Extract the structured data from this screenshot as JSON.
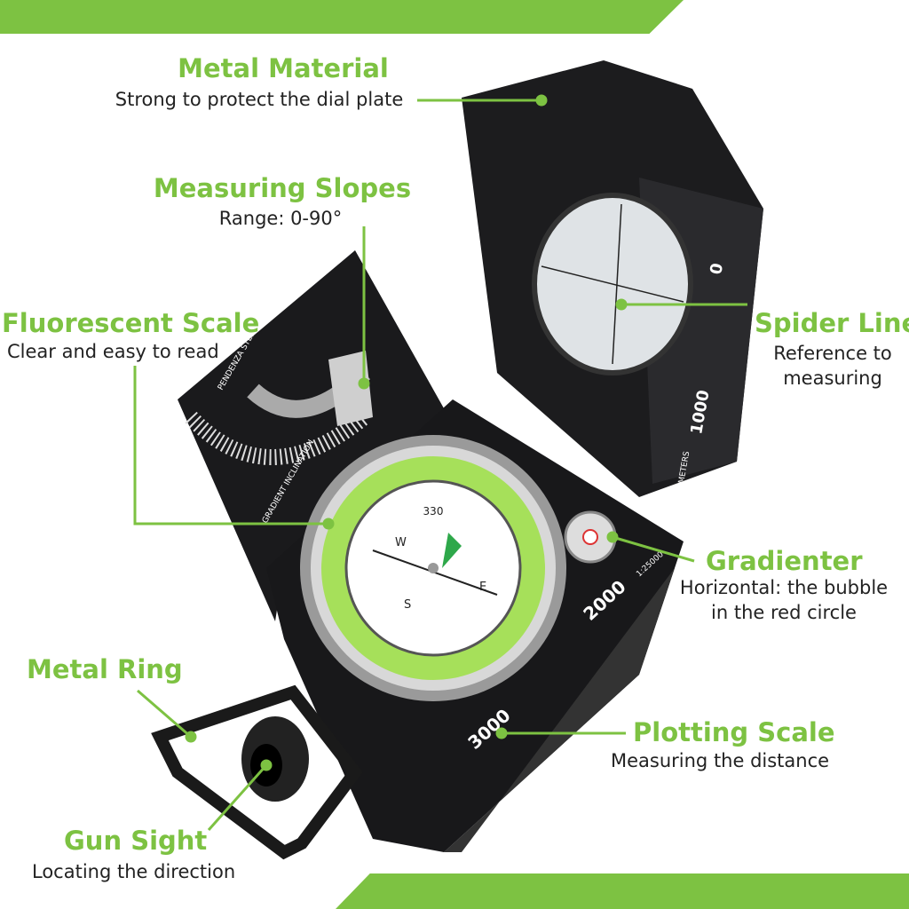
{
  "colors": {
    "accent": "#7dc242",
    "body": "#1c1c1e",
    "dial_green": "#a6e05a"
  },
  "callouts": {
    "metal_material": {
      "title": "Metal Material",
      "desc": "Strong to protect the dial plate"
    },
    "measuring_slopes": {
      "title": "Measuring Slopes",
      "desc": "Range: 0-90°"
    },
    "fluorescent_scale": {
      "title": "Fluorescent Scale",
      "desc": "Clear and easy to read"
    },
    "spider_line": {
      "title": "Spider Line",
      "desc_1": "Reference to",
      "desc_2": "measuring"
    },
    "gradienter": {
      "title": "Gradienter",
      "desc_1": "Horizontal: the bubble",
      "desc_2": "in the red circle"
    },
    "metal_ring": {
      "title": "Metal Ring"
    },
    "plotting_scale": {
      "title": "Plotting Scale",
      "desc": "Measuring the distance"
    },
    "gun_sight": {
      "title": "Gun Sight",
      "desc": "Locating the direction"
    }
  },
  "compass_marks": {
    "scale_1000": "1000",
    "scale_2000": "2000",
    "scale_3000": "3000",
    "scale_0": "0",
    "meters": "METERS",
    "ratio": "1:25000",
    "clino_text": "PENDENZA STEIGUNG INCLINATION",
    "gradient_text": "GRADIENT INCLINATION",
    "dial_north": "330",
    "dial_e": "E",
    "dial_w": "W",
    "dial_s": "S"
  }
}
